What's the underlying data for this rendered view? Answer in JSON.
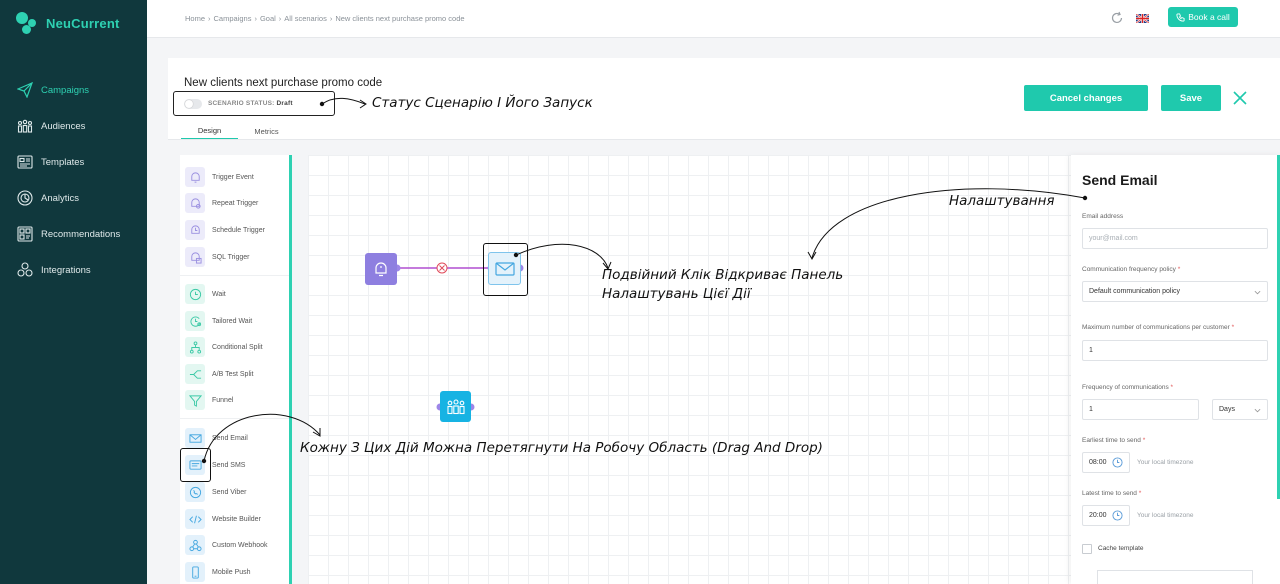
{
  "brand": {
    "name": "NeuCurrent",
    "accent": "#1fc9ad",
    "sidebar_bg": "#10383d"
  },
  "sidebar": {
    "items": [
      {
        "label": "Campaigns",
        "icon": "paper-plane-icon",
        "active": true
      },
      {
        "label": "Audiences",
        "icon": "people-icon",
        "active": false
      },
      {
        "label": "Templates",
        "icon": "template-icon",
        "active": false
      },
      {
        "label": "Analytics",
        "icon": "analytics-icon",
        "active": false
      },
      {
        "label": "Recommendations",
        "icon": "recommendations-icon",
        "active": false
      },
      {
        "label": "Integrations",
        "icon": "integrations-icon",
        "active": false
      }
    ]
  },
  "topbar": {
    "breadcrumb": [
      "Home",
      "Campaigns",
      "Goal",
      "All scenarios",
      "New clients next purchase promo code"
    ],
    "separator": "›",
    "book_call": "Book a call"
  },
  "header": {
    "title": "New clients next purchase promo code",
    "status_label": "SCENARIO STATUS:",
    "status_value": "Draft",
    "cancel": "Cancel changes",
    "save": "Save",
    "tabs": [
      {
        "label": "Design",
        "active": true
      },
      {
        "label": "Metrics",
        "active": false
      }
    ]
  },
  "palette": {
    "triggers": [
      "Trigger Event",
      "Repeat Trigger",
      "Schedule Trigger",
      "SQL Trigger"
    ],
    "flow": [
      "Wait",
      "Tailored Wait",
      "Conditional Split",
      "A/B Test Split",
      "Funnel"
    ],
    "actions": [
      "Send Email",
      "Send SMS",
      "Send Viber",
      "Website Builder",
      "Custom Webhook",
      "Mobile Push"
    ]
  },
  "settings": {
    "title": "Send Email",
    "email_label": "Email address",
    "email_placeholder": "your@mail.com",
    "freq_policy_label": "Communication frequency policy",
    "freq_policy_value": "Default communication policy",
    "max_comm_label": "Maximum number of communications per customer",
    "max_comm_value": "1",
    "frequency_label": "Frequency of communications",
    "frequency_value": "1",
    "frequency_unit": "Days",
    "earliest_label": "Earliest time to send",
    "earliest_value": "08:00",
    "latest_label": "Latest time to send",
    "latest_value": "20:00",
    "timezone": "Your local timezone",
    "required_mark": "*",
    "cache_label": "Cache template"
  },
  "annotations": {
    "status": "Статус Сценарію І Його Запуск",
    "settings": "Налаштування",
    "dblclick_1": "Подвійний Клік Відкриває Панель",
    "dblclick_2": "Налаштувань Цієї Дії",
    "drag": "Кожну З Цих Дій Можна Перетягнути На Робочу Область (Drag And Drop)"
  }
}
